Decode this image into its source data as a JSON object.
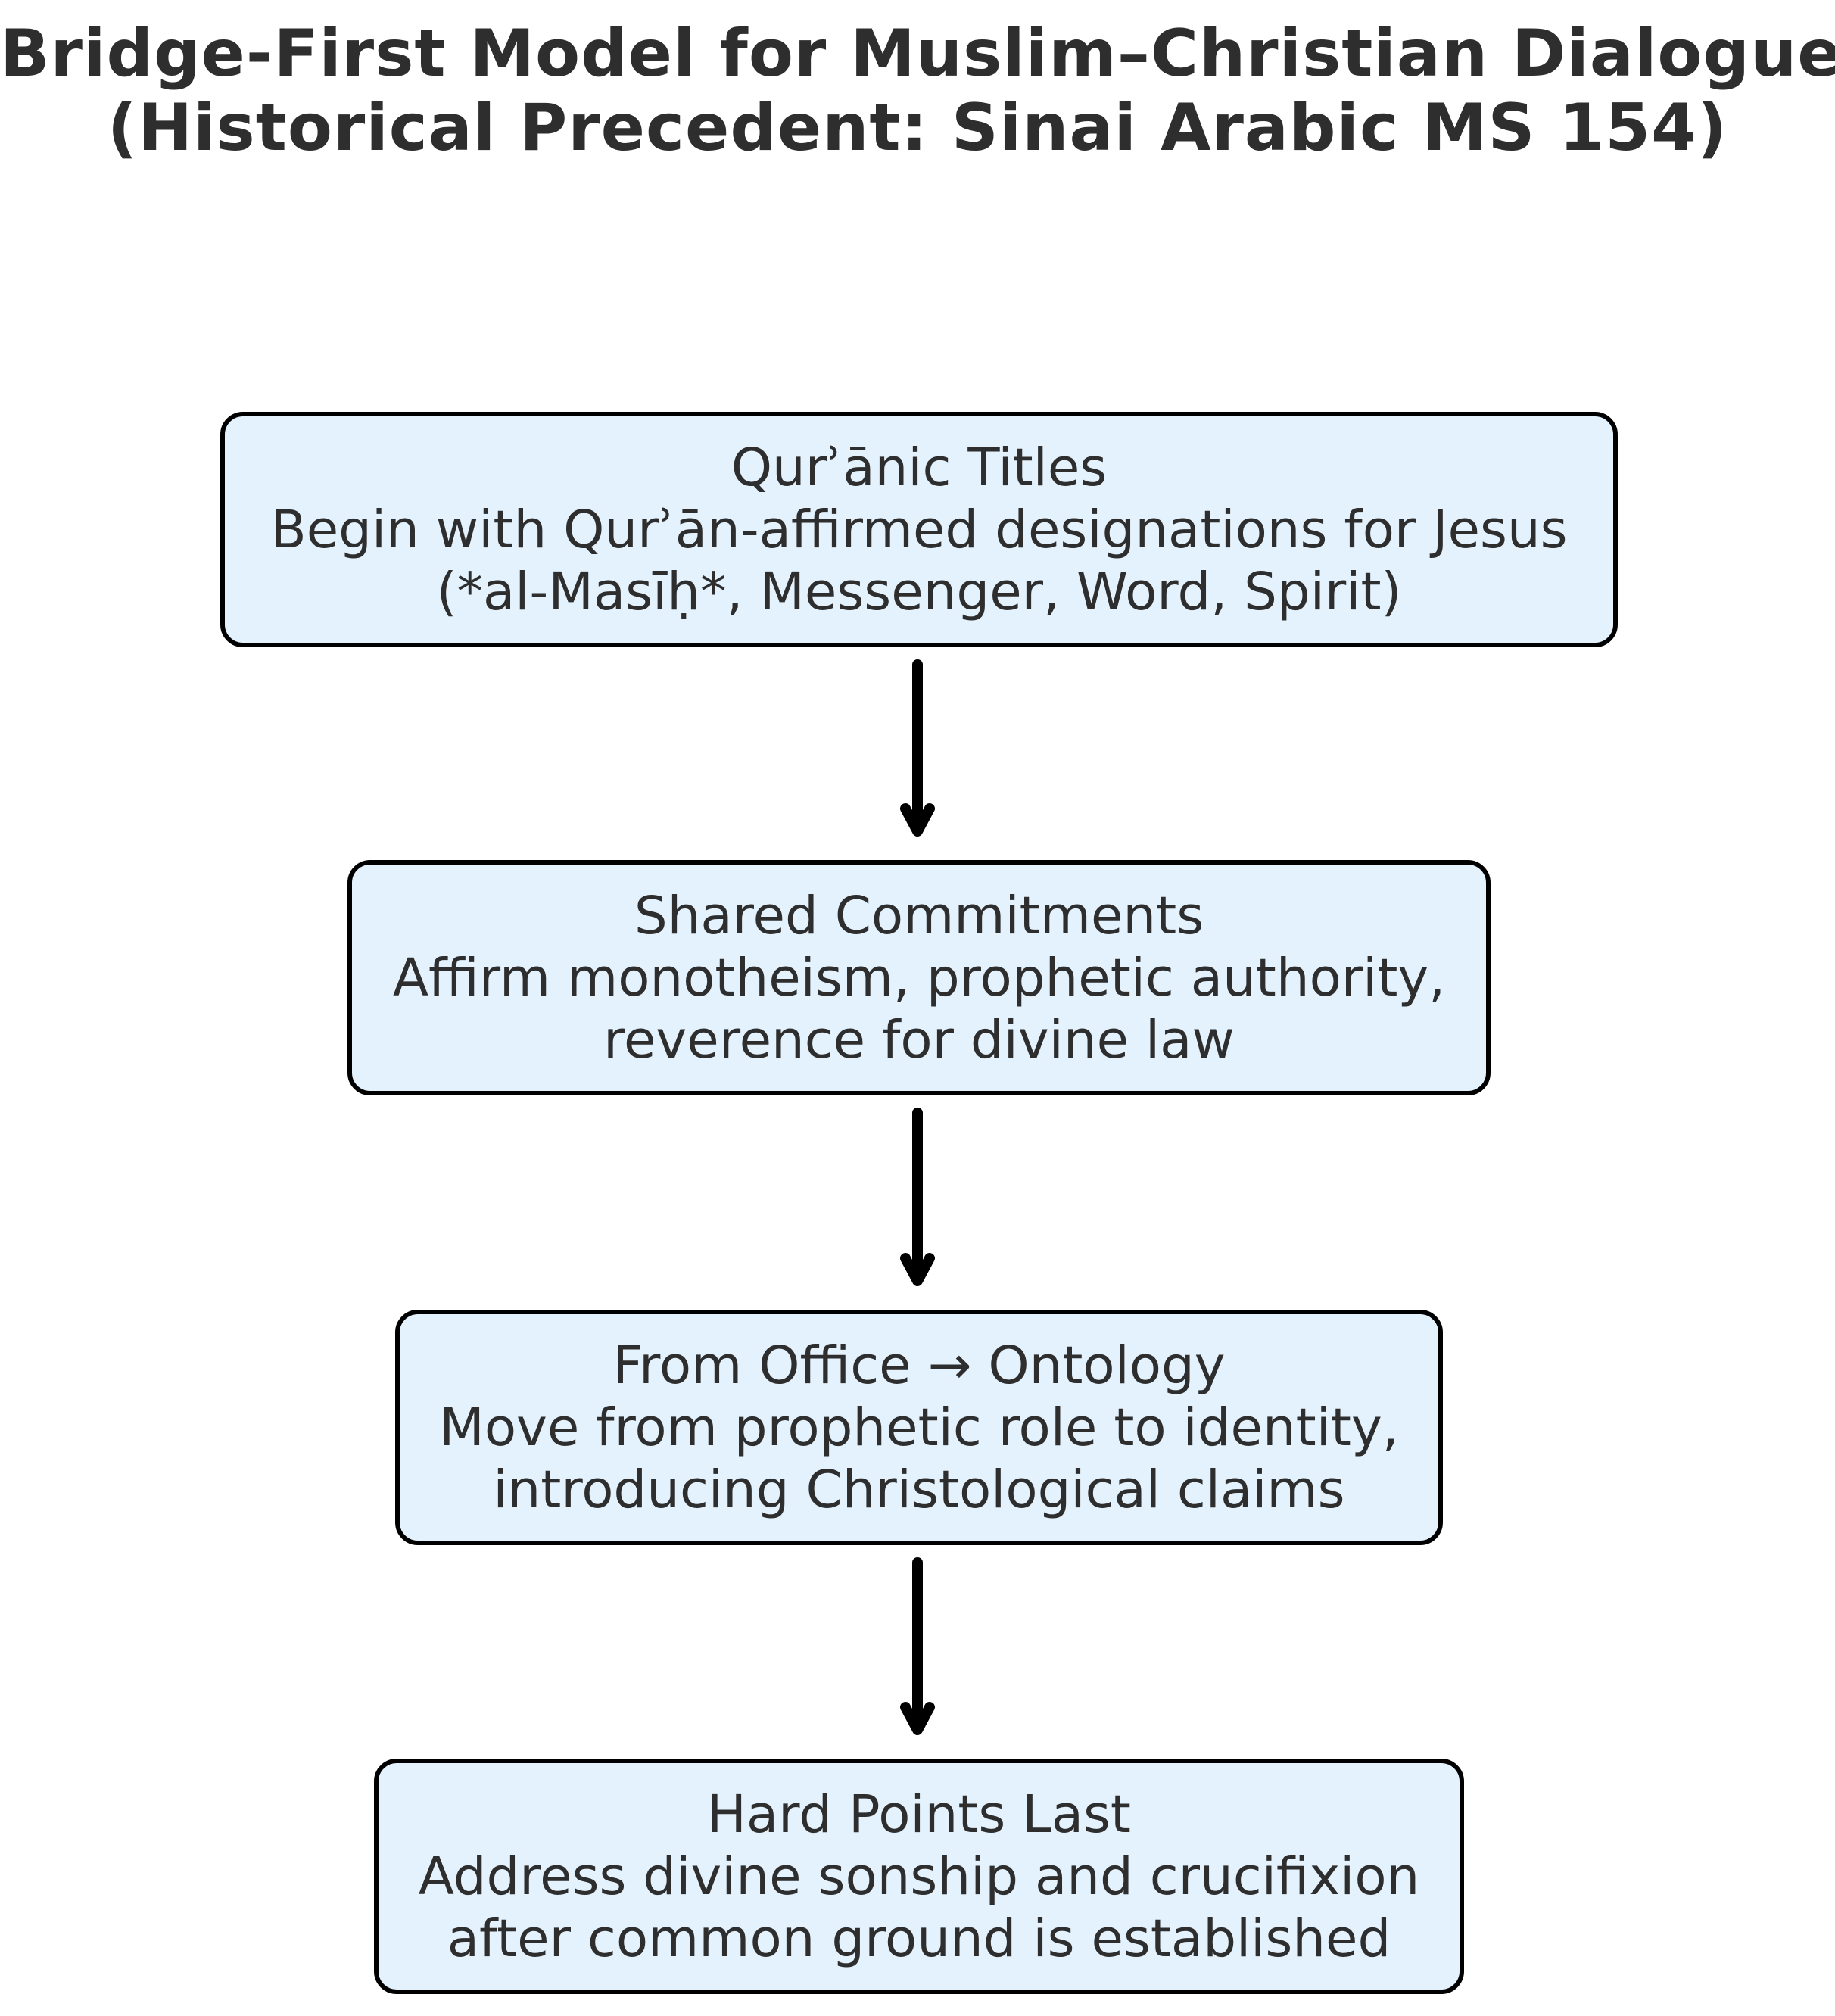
{
  "title": {
    "line1": "Bridge-First Model for Muslim–Christian Dialogue",
    "line2": "(Historical Precedent: Sinai Arabic MS 154)"
  },
  "steps": [
    {
      "heading": "Qurʾānic Titles",
      "line1": "Begin with Qurʾān-affirmed designations for Jesus",
      "line2": "(*al-Masīḥ*, Messenger, Word, Spirit)"
    },
    {
      "heading": "Shared Commitments",
      "line1": "Affirm monotheism, prophetic authority,",
      "line2": "reverence for divine law"
    },
    {
      "heading": "From Office → Ontology",
      "line1": "Move from prophetic role to identity,",
      "line2": "introducing Christological claims"
    },
    {
      "heading": "Hard Points Last",
      "line1": "Address divine sonship and crucifixion",
      "line2": "after common ground is established"
    }
  ],
  "colors": {
    "box_fill": "#e3f2fd",
    "box_border": "#000000",
    "text": "#2e2e2e",
    "arrow": "#000000"
  }
}
